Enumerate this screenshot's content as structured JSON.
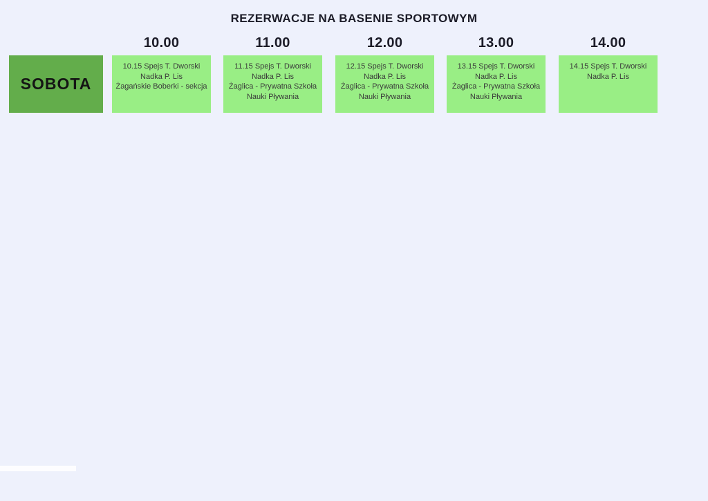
{
  "page": {
    "title": "REZERWACJE NA BASENIE SPORTOWYM"
  },
  "colors": {
    "background": "#eef1fc",
    "day_cell_green": "#63ad4b",
    "slot_cell_green": "#99ee85",
    "heading_text": "#1c1c28",
    "cell_text": "#3a3a3a",
    "decorative_bar": "#fdfdff"
  },
  "schedule": {
    "day_label": "SOBOTA",
    "columns": [
      {
        "time": "10.00",
        "lines": [
          "10.15 Spejs T. Dworski",
          "Nadka P. Lis",
          "Żagańskie Boberki - sekcja"
        ]
      },
      {
        "time": "11.00",
        "lines": [
          "11.15 Spejs T. Dworski",
          "Nadka P. Lis",
          "Żaglica - Prywatna Szkoła",
          "Nauki Pływania"
        ]
      },
      {
        "time": "12.00",
        "lines": [
          "12.15 Spejs T. Dworski",
          "Nadka P. Lis",
          "Żaglica - Prywatna Szkoła",
          "Nauki Pływania"
        ]
      },
      {
        "time": "13.00",
        "lines": [
          "13.15 Spejs T. Dworski",
          "Nadka P. Lis",
          "Żaglica - Prywatna Szkoła",
          "Nauki Pływania"
        ]
      },
      {
        "time": "14.00",
        "lines": [
          "14.15 Spejs T. Dworski",
          "Nadka P. Lis"
        ]
      }
    ]
  }
}
